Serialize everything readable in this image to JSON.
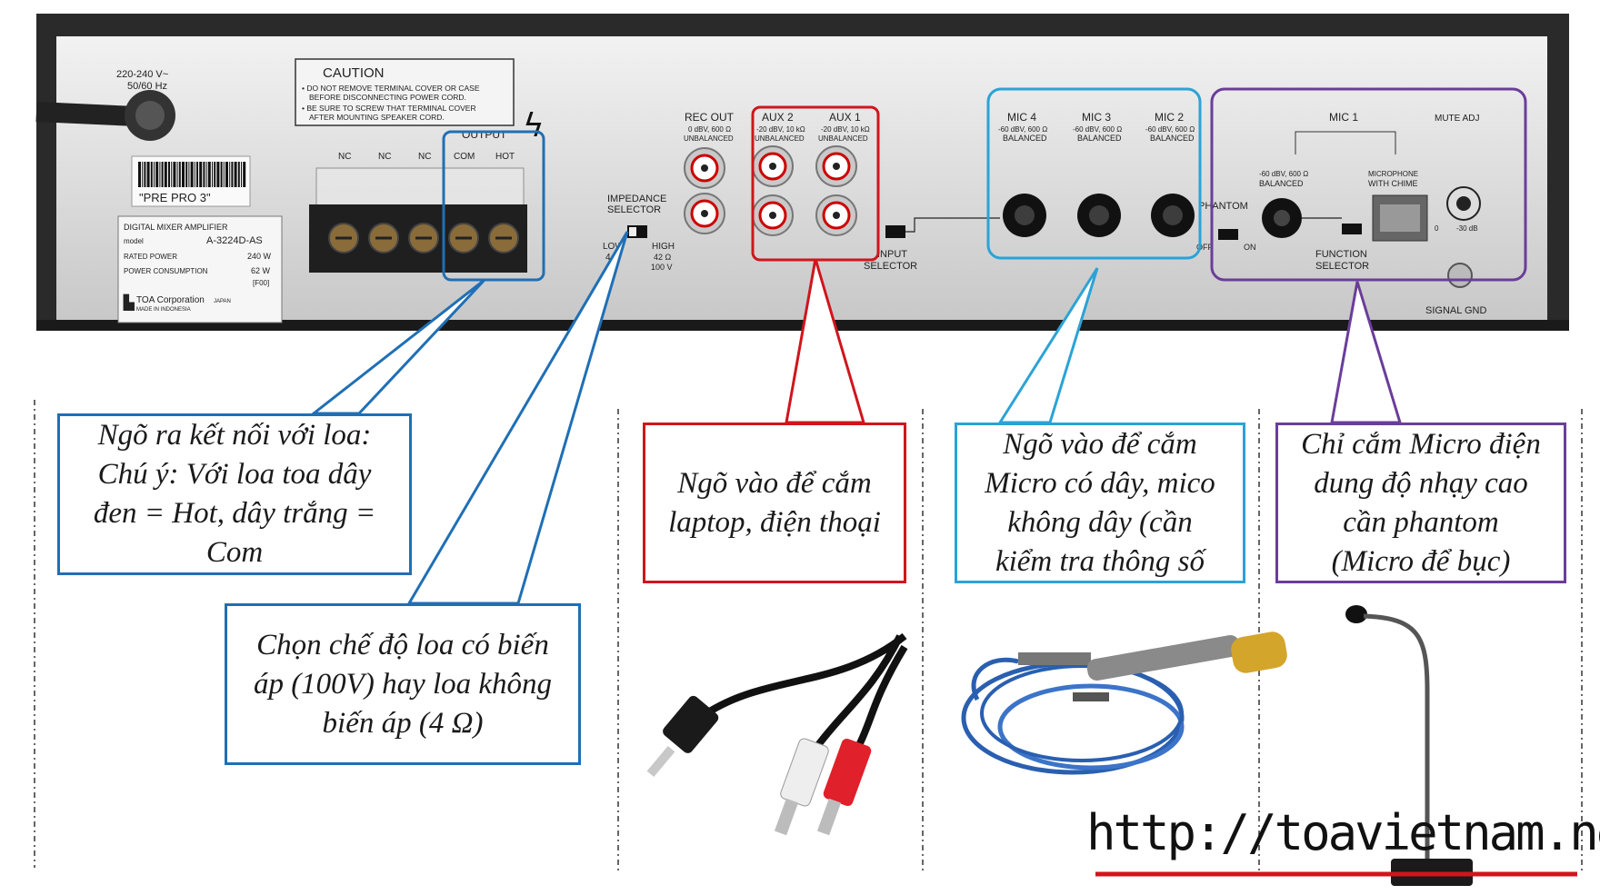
{
  "colors": {
    "output_box": "#1f6fb5",
    "impedance": "#1f6fb5",
    "aux": "#d0151c",
    "mic": "#2ba3d6",
    "mic1": "#6a3d9a",
    "url_underline": "#d0151c"
  },
  "rear_panel": {
    "power_label": "220-240 V~",
    "power_freq": "50/60 Hz",
    "caution_title": "CAUTION",
    "caution_line1": "• DO NOT REMOVE TERMINAL COVER OR CASE",
    "caution_line2": "BEFORE DISCONNECTING POWER CORD.",
    "caution_line3": "• BE SURE TO SCREW THAT TERMINAL COVER",
    "caution_line4": "AFTER MOUNTING SPEAKER CORD.",
    "output_label": "OUTPUT",
    "nc_label": "NC",
    "com_label": "COM",
    "hot_label": "HOT",
    "barcode_label": "\"PRE PRO 3\"",
    "device_type": "DIGITAL MIXER AMPLIFIER",
    "model_key": "model",
    "model_value": "A-3224D-AS",
    "rated_power_key": "RATED POWER",
    "rated_power_value": "240 W",
    "consumption_key": "POWER CONSUMPTION",
    "consumption_value": "62 W",
    "consumption_code": "[F00]",
    "manufacturer": "TOA Corporation",
    "country": "JAPAN",
    "made_in": "MADE IN INDONESIA",
    "impedance_selector": "IMPEDANCE",
    "selector_word": "SELECTOR",
    "low_label": "LOW",
    "low_value": "4 Ω",
    "high_label": "HIGH",
    "high_value1": "42 Ω",
    "high_value2": "100 V",
    "rec_out": "REC OUT",
    "rec_spec": "0 dBV, 600 Ω",
    "unbalanced": "UNBALANCED",
    "aux2": "AUX 2",
    "aux1": "AUX 1",
    "aux_spec": "-20 dBV, 10 kΩ",
    "input_selector1": "INPUT",
    "input_selector2": "SELECTOR",
    "mic4": "MIC 4",
    "mic3": "MIC 3",
    "mic2": "MIC 2",
    "mic_spec": "-60 dBV, 600 Ω",
    "balanced": "BALANCED",
    "phantom": "PHANTOM",
    "off": "OFF",
    "on": "ON",
    "mic1": "MIC 1",
    "mic1_spec": "-60 dBV, 600 Ω",
    "mic1_balanced": "BALANCED",
    "microphone_with": "MICROPHONE",
    "with_chime": "WITH CHIME",
    "function_selector1": "FUNCTION",
    "function_selector2": "SELECTOR",
    "mute_adj": "MUTE ADJ",
    "mute_min": "0",
    "mute_max": "-30 dB",
    "signal_gnd": "SIGNAL GND"
  },
  "callouts": {
    "output": [
      "Ngõ ra kết nối với loa:",
      "Chú ý: Với loa toa dây",
      "đen = Hot, dây trắng =",
      "Com"
    ],
    "impedance": [
      "Chọn chế độ loa có biến",
      "áp (100V) hay loa không",
      "biến áp (4 Ω)"
    ],
    "aux": [
      "Ngõ vào để cắm",
      "laptop, điện thoại"
    ],
    "mic": [
      "Ngõ vào để cắm",
      "Micro có dây, mico",
      "không dây (cần",
      "kiểm tra thông số"
    ],
    "mic1": [
      "Chỉ cắm Micro điện",
      "dung độ nhạy cao",
      "cần phantom",
      "(Micro để bục)"
    ]
  },
  "url": "http://toavietnam.net"
}
